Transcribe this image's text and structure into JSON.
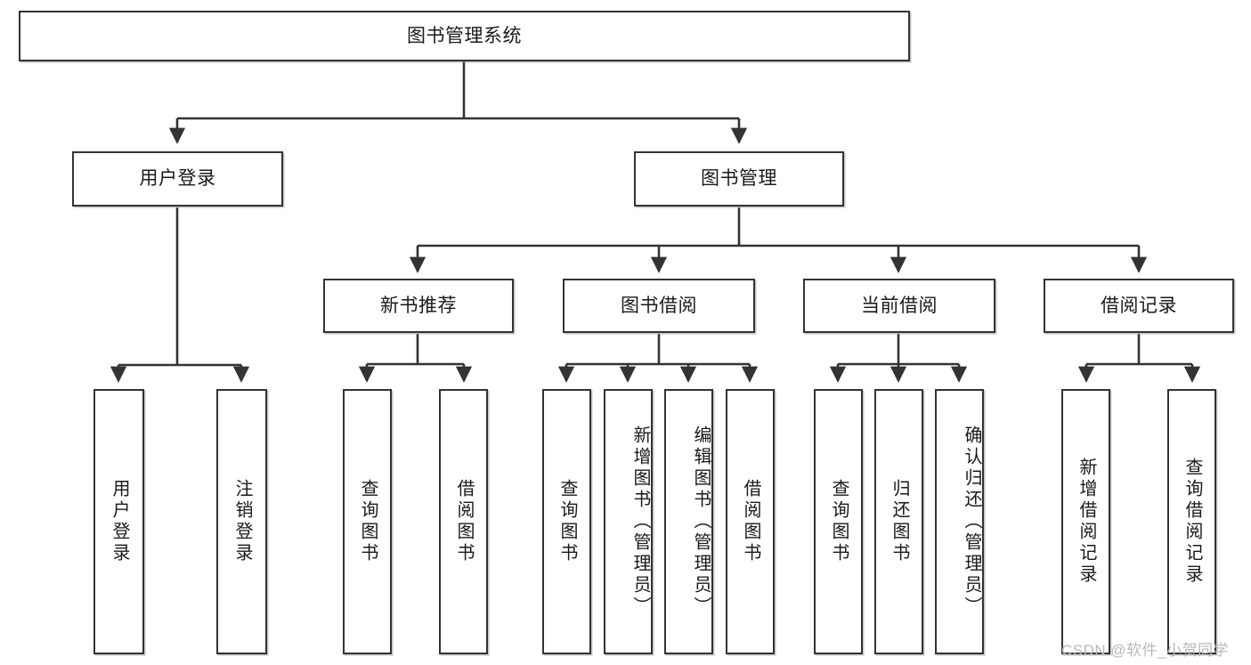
{
  "diagram": {
    "title": "图书管理系统",
    "type": "tree-hierarchy-diagram",
    "colors": {
      "box_border": "#333333",
      "box_fill": "#ffffff",
      "edge": "#333333",
      "watermark": "#b9b9b9",
      "background": "#ffffff"
    },
    "nodes": {
      "root": {
        "label": "图书管理系统"
      },
      "level2": [
        {
          "id": "user-login",
          "label": "用户登录"
        },
        {
          "id": "book-management",
          "label": "图书管理"
        }
      ],
      "level3": [
        {
          "id": "new-book-recommend",
          "label": "新书推荐"
        },
        {
          "id": "book-borrow",
          "label": "图书借阅"
        },
        {
          "id": "current-borrow",
          "label": "当前借阅"
        },
        {
          "id": "borrow-record",
          "label": "借阅记录"
        }
      ],
      "leaves": {
        "user-login": [
          {
            "id": "leaf-user-login",
            "label": "用户登录"
          },
          {
            "id": "leaf-logout-login",
            "label": "注销登录"
          }
        ],
        "new-book-recommend": [
          {
            "id": "leaf-query-book-1",
            "label": "查询图书"
          },
          {
            "id": "leaf-borrow-book-1",
            "label": "借阅图书"
          }
        ],
        "book-borrow": [
          {
            "id": "leaf-query-book-2",
            "label": "查询图书"
          },
          {
            "id": "leaf-add-book-admin",
            "label": "新增图书（管理员）"
          },
          {
            "id": "leaf-edit-book-admin",
            "label": "编辑图书（管理员）"
          },
          {
            "id": "leaf-borrow-book-2",
            "label": "借阅图书"
          }
        ],
        "current-borrow": [
          {
            "id": "leaf-query-book-3",
            "label": "查询图书"
          },
          {
            "id": "leaf-return-book",
            "label": "归还图书"
          },
          {
            "id": "leaf-confirm-return-admin",
            "label": "确认归还（管理员）"
          }
        ],
        "borrow-record": [
          {
            "id": "leaf-add-borrow-record",
            "label": "新增借阅记录"
          },
          {
            "id": "leaf-query-borrow-record",
            "label": "查询借阅记录"
          }
        ]
      }
    },
    "watermark": "CSDN @软件_小贺同学"
  }
}
